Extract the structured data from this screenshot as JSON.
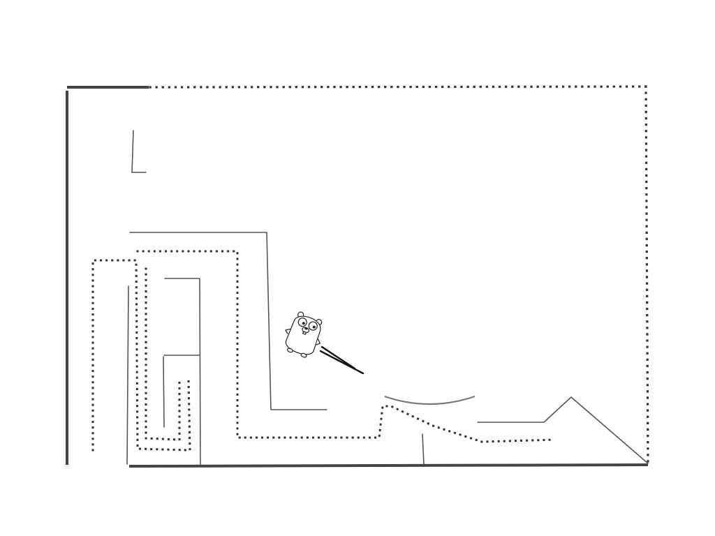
{
  "game": {
    "colors": {
      "background": "#ffffff",
      "wall": "#444444",
      "line": "#555555",
      "dot": "#333333",
      "gopher_outline": "#222222"
    },
    "player": {
      "character": "gopher",
      "icon": "gopher-icon",
      "state": "flying"
    },
    "elements": [
      "outer-boundary",
      "maze-walls",
      "dotted-paths",
      "ramp",
      "curved-platform",
      "gopher-player"
    ]
  }
}
